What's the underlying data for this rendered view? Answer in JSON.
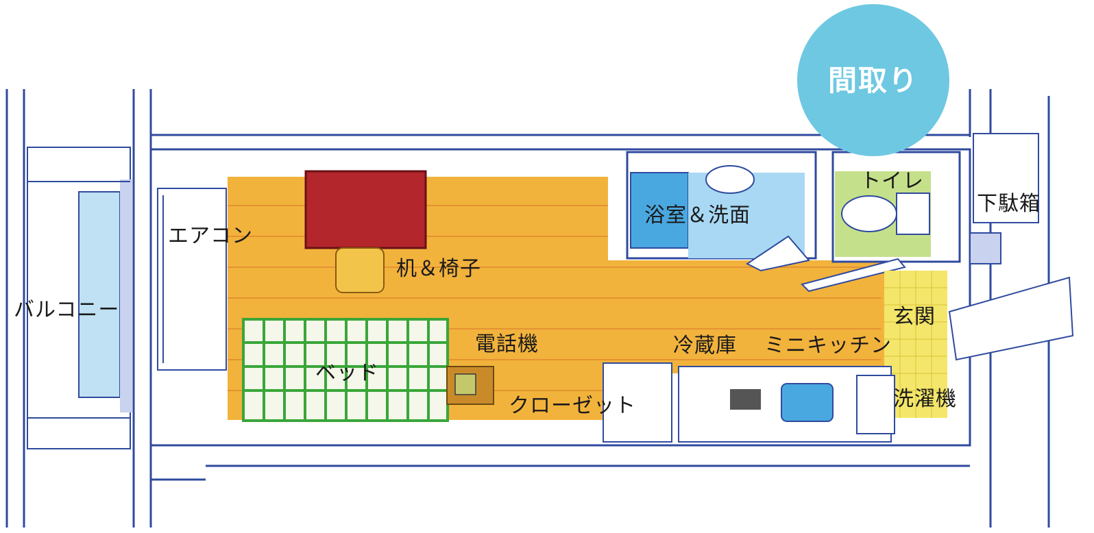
{
  "badge": {
    "title": "間取り"
  },
  "labels": {
    "balcony": "バルコニー",
    "aircon": "エアコン",
    "desk": "机＆椅子",
    "bed": "ベッド",
    "phone": "電話機",
    "closet": "クローゼット",
    "fridge": "冷蔵庫",
    "kitchen": "ミニキッチン",
    "bath": "浴室＆洗面",
    "toilet": "トイレ",
    "shoebox": "下駄箱",
    "entrance": "玄関",
    "washer": "洗濯機"
  },
  "colors": {
    "floor": "#f2b33c",
    "wall": "#2f4a9e",
    "desk": "#b3262b",
    "bed_grid": "#3aa63a",
    "bath_water": "#4aa8e0",
    "toilet_floor": "#c5e08a",
    "entrance_tile": "#f4e66a",
    "badge": "#6ec8e2"
  }
}
